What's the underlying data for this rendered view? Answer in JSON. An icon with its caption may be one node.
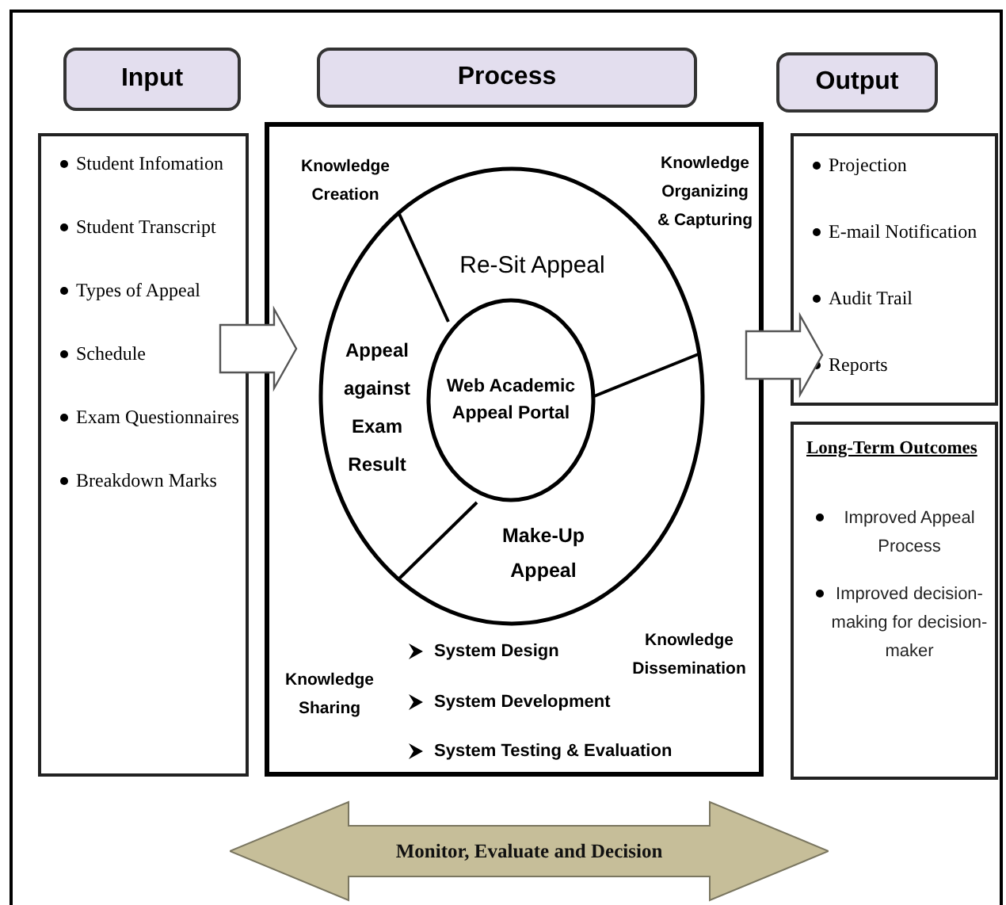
{
  "diagram": {
    "nodes": [
      {
        "text": [
          "Input"
        ]
      },
      {
        "text": [
          "Process"
        ]
      },
      {
        "text": [
          "Output"
        ]
      },
      {
        "text": [
          "Student Infomation",
          "Student Transcript",
          "Types of Appeal",
          "Schedule",
          "Exam Questionnaires",
          "Breakdown Marks"
        ]
      },
      {
        "text": [
          "Knowledge Creation",
          "Knowledge Organizing & Capturing",
          "Knowledge Dissemination",
          "System Design",
          "Knowledge Sharing",
          "System Development",
          "System Testing & Evaluation"
        ]
      },
      {
        "text": [
          "Re-Sit Appeal",
          "Appeal against Exam Result",
          "Make-Up Appeal"
        ],
        "in": 4
      },
      {
        "text": [
          "Web Academic Appeal Portal"
        ],
        "in": 5
      },
      {
        "text": [
          "Projection",
          "E-mail Notification",
          "Audit Trail",
          "Reports"
        ]
      },
      {
        "text": [
          "Long-Term Outcomes",
          "Improved Appeal Process",
          "Improved decision-making for decision-maker"
        ]
      },
      {
        "text": [
          "Monitor, Evaluate and Decision"
        ]
      }
    ],
    "edges": [
      {
        "from": 3,
        "to": 4,
        "arrow": "to",
        "style": "thick"
      },
      {
        "from": 4,
        "to": 7,
        "arrow": "to",
        "style": "thick"
      }
    ]
  }
}
